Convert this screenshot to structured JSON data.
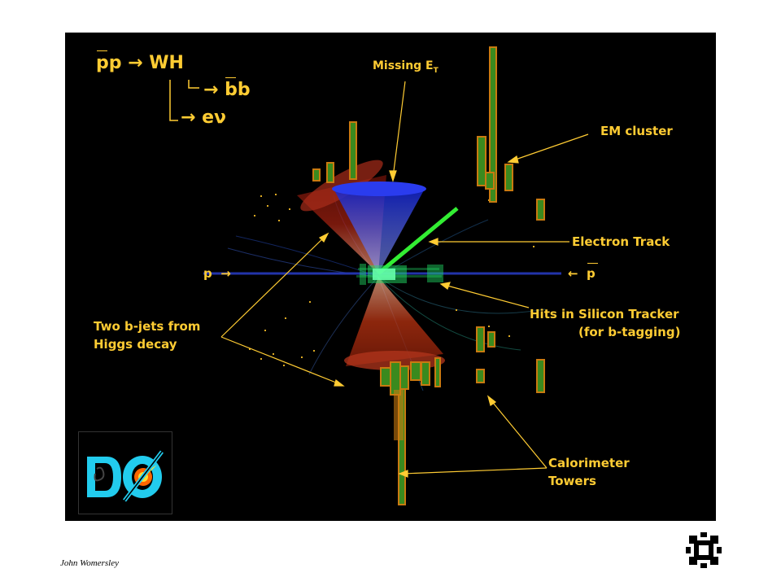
{
  "reaction": {
    "line1_a": "pp",
    "line1_arrow": "→",
    "line1_b": "WH",
    "line2_arrow": "→",
    "line2_b": "bb",
    "line3_arrow": "→",
    "line3_b": "eν"
  },
  "labels": {
    "missing_et": "Missing E",
    "missing_et_sub": "T",
    "em_cluster": "EM cluster",
    "electron_track": "Electron Track",
    "proton_left": "p",
    "proton_left_arrow": "→",
    "proton_right_arrow": "←",
    "proton_right": "p",
    "hits_line1": "Hits in Silicon Tracker",
    "hits_line2": "(for b-tagging)",
    "bjets_line1": "Two b-jets from",
    "bjets_line2": "Higgs decay",
    "calo_line1": "Calorimeter",
    "calo_line2": "Towers"
  },
  "logo": {
    "text": "DØ",
    "colors": {
      "letters": "#22CCEE",
      "burst": "#FF6600"
    }
  },
  "author": "John Womersley",
  "icons": [
    "do-experiment-logo",
    "fermilab-logo-icon"
  ],
  "colors": {
    "background": "#000000",
    "label": "#FFCC33",
    "tower_fill": "#C97A10",
    "tower_core": "#3A8A1E",
    "electron_track": "#33EE33",
    "missing_et_cone": "#2233DD",
    "jet_cone": "#882211",
    "beam": "#2233AA"
  }
}
